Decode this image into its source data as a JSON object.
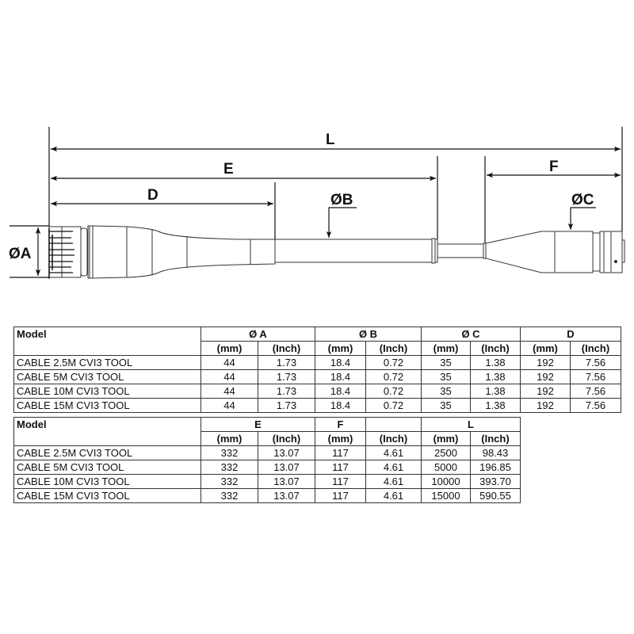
{
  "drawing": {
    "labels": {
      "L": "L",
      "E": "E",
      "D": "D",
      "F": "F",
      "diameter_A": "ØA",
      "diameter_B": "ØB",
      "diameter_C": "ØC"
    }
  },
  "table1": {
    "model_header": "Model",
    "groups": [
      "Ø A",
      "Ø B",
      "Ø C",
      "D"
    ],
    "units": [
      "(mm)",
      "(Inch)",
      "(mm)",
      "(Inch)",
      "(mm)",
      "(Inch)",
      "(mm)",
      "(Inch)"
    ],
    "rows": [
      {
        "model": "CABLE 2.5M CVI3 TOOL",
        "values": [
          "44",
          "1.73",
          "18.4",
          "0.72",
          "35",
          "1.38",
          "192",
          "7.56"
        ]
      },
      {
        "model": "CABLE 5M CVI3 TOOL",
        "values": [
          "44",
          "1.73",
          "18.4",
          "0.72",
          "35",
          "1.38",
          "192",
          "7.56"
        ]
      },
      {
        "model": "CABLE 10M CVI3 TOOL",
        "values": [
          "44",
          "1.73",
          "18.4",
          "0.72",
          "35",
          "1.38",
          "192",
          "7.56"
        ]
      },
      {
        "model": "CABLE 15M CVI3 TOOL",
        "values": [
          "44",
          "1.73",
          "18.4",
          "0.72",
          "35",
          "1.38",
          "192",
          "7.56"
        ]
      }
    ]
  },
  "table2": {
    "model_header": "Model",
    "groups": [
      "E",
      "F",
      "",
      "L"
    ],
    "units": [
      "(mm)",
      "(Inch)",
      "(mm)",
      "(Inch)",
      "(mm)",
      "(Inch)"
    ],
    "rows": [
      {
        "model": "CABLE 2.5M CVI3 TOOL",
        "values": [
          "332",
          "13.07",
          "117",
          "4.61",
          "2500",
          "98.43"
        ]
      },
      {
        "model": "CABLE 5M CVI3 TOOL",
        "values": [
          "332",
          "13.07",
          "117",
          "4.61",
          "5000",
          "196.85"
        ]
      },
      {
        "model": "CABLE 10M CVI3 TOOL",
        "values": [
          "332",
          "13.07",
          "117",
          "4.61",
          "10000",
          "393.70"
        ]
      },
      {
        "model": "CABLE 15M CVI3 TOOL",
        "values": [
          "332",
          "13.07",
          "117",
          "4.61",
          "15000",
          "590.55"
        ]
      }
    ]
  }
}
